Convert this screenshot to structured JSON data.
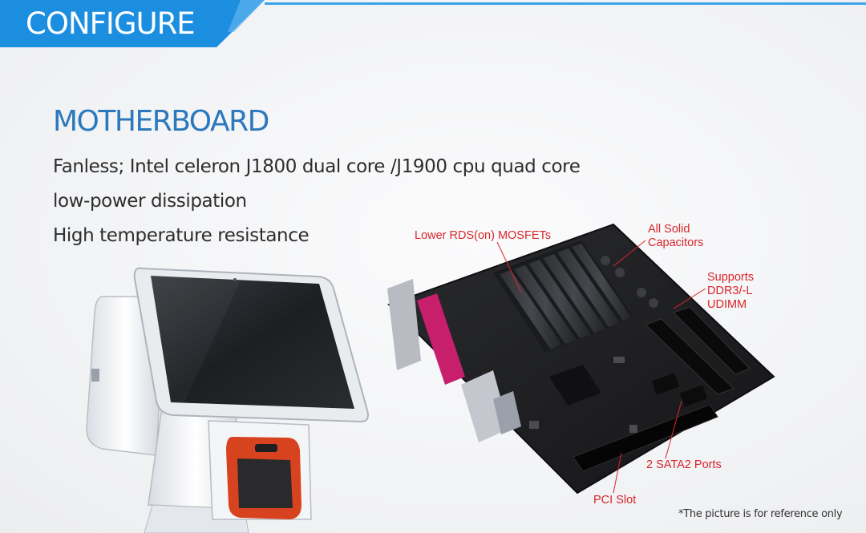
{
  "header": {
    "title": "CONFIGURE"
  },
  "section": {
    "title": "MOTHERBOARD",
    "features": [
      "Fanless; Intel celeron J1800 dual core /J1900 cpu quad core",
      "low-power dissipation",
      "High temperature resistance"
    ]
  },
  "callouts": {
    "mosfet": "Lower RDS(on) MOSFETs",
    "caps_line1": "All Solid",
    "caps_line2": "Capacitors",
    "ddr_line1": "Supports",
    "ddr_line2": "DDR3/-L",
    "ddr_line3": "UDIMM",
    "sata": "2 SATA2 Ports",
    "pci": "PCI Slot"
  },
  "footnote": "*The picture is for reference only",
  "colors": {
    "banner_blue": "#1c8ee0",
    "banner_line": "#3aa3ea",
    "heading_blue": "#2b78bd",
    "body_text": "#2d2d2d",
    "callout_red": "#d8262a",
    "board_black": "#1b1b1d"
  }
}
